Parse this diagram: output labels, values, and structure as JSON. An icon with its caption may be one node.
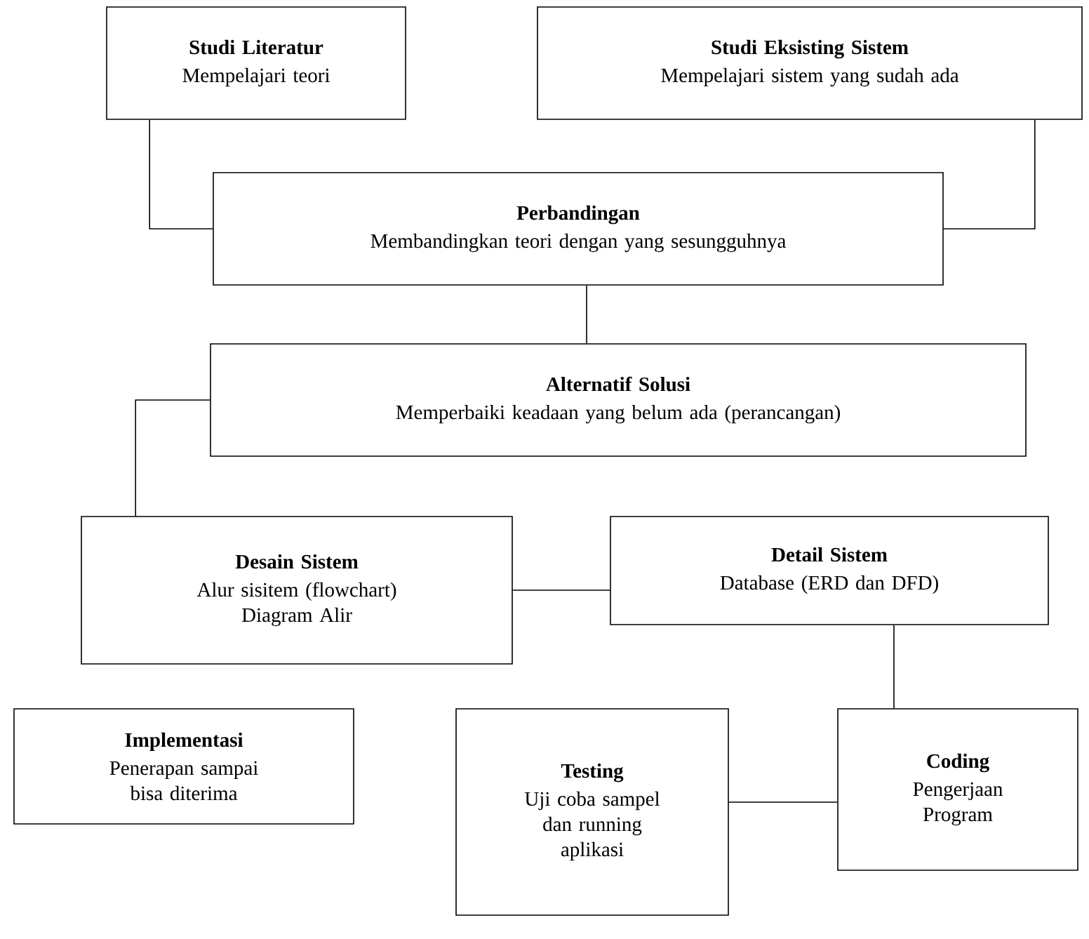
{
  "diagram": {
    "nodes": [
      {
        "text": [
          "Studi Literatur",
          "Mempelajari teori"
        ]
      },
      {
        "text": [
          "Studi Eksisting Sistem",
          "Mempelajari  sistem yang sudah ada"
        ]
      },
      {
        "text": [
          "Perbandingan",
          "Membandingkan teori dengan yang sesungguhnya"
        ]
      },
      {
        "text": [
          "Alternatif Solusi",
          "Memperbaiki keadaan yang belum ada (perancangan)"
        ]
      },
      {
        "text": [
          "Desain Sistem",
          "Alur sisitem (flowchart) Diagram Alir"
        ]
      },
      {
        "text": [
          "Detail Sistem",
          "Database (ERD dan DFD)"
        ]
      },
      {
        "text": [
          "Implementasi",
          "Penerapan sampai bisa diterima"
        ]
      },
      {
        "text": [
          "Testing",
          "Uji coba sampel dan running aplikasi"
        ]
      },
      {
        "text": [
          "Coding",
          "Pengerjaan Program"
        ]
      }
    ],
    "edges": [
      {
        "from": 0,
        "to": 2,
        "arrow": "none"
      },
      {
        "from": 1,
        "to": 2,
        "arrow": "none"
      },
      {
        "from": 2,
        "to": 3,
        "arrow": "none"
      },
      {
        "from": 3,
        "to": 4,
        "arrow": "none"
      },
      {
        "from": 4,
        "to": 5,
        "arrow": "none"
      },
      {
        "from": 5,
        "to": 8,
        "arrow": "none"
      },
      {
        "from": 8,
        "to": 7,
        "arrow": "none"
      }
    ]
  }
}
